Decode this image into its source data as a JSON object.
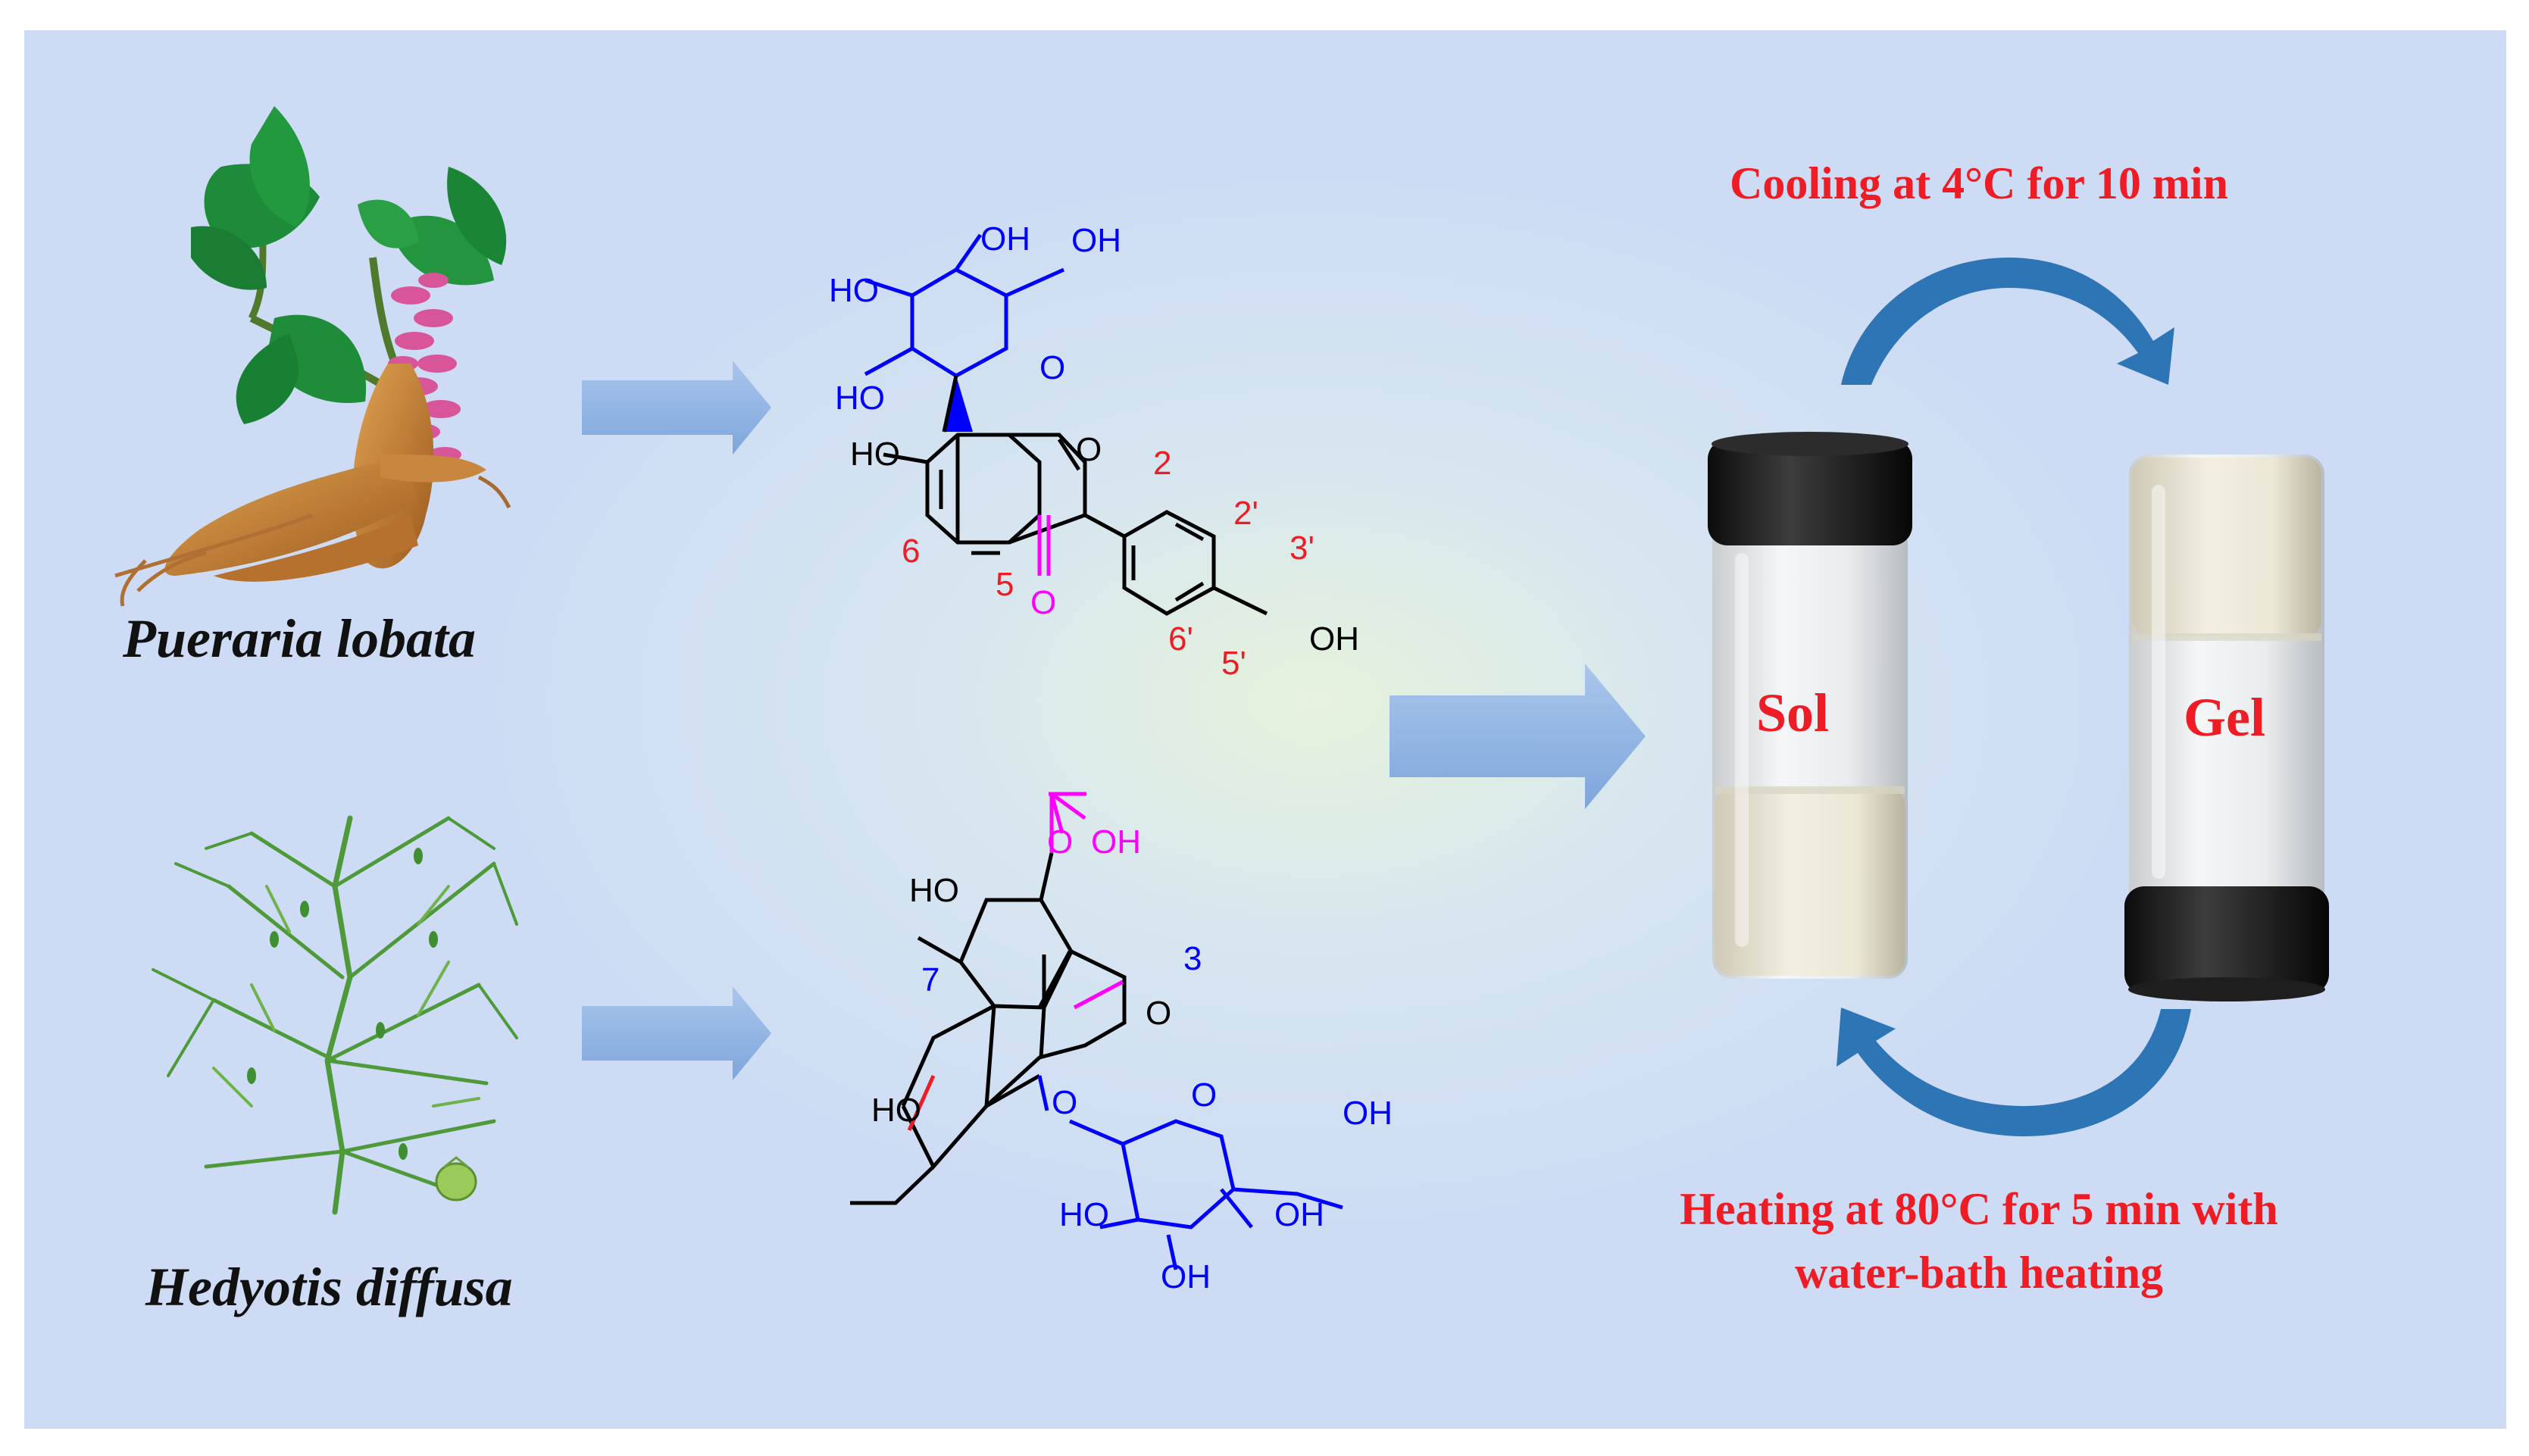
{
  "plants": {
    "pueraria": "Pueraria lobata",
    "hedyotis": "Hedyotis diffusa"
  },
  "process": {
    "cooling": "Cooling at 4°C for 10 min",
    "heating_line1": "Heating at 80°C for 5 min with",
    "heating_line2": "water-bath heating"
  },
  "vials": {
    "sol": "Sol",
    "gel": "Gel"
  },
  "puerarin": {
    "labels": [
      "OH",
      "OH",
      "HO",
      "O",
      "HO",
      "HO",
      "O",
      "2",
      "6",
      "5",
      "O",
      "2'",
      "3'",
      "6'",
      "5'",
      "OH"
    ]
  },
  "geniposidic": {
    "labels": [
      "O",
      "OH",
      "HO",
      "3",
      "7",
      "O",
      "HO",
      "O",
      "O",
      "OH",
      "HO",
      "OH",
      "OH"
    ]
  },
  "colors": {
    "arrow_fill": "#8db3e2",
    "cycle_arrow": "#2e75b6",
    "annotation_red": "#ee1c24",
    "sugar_blue": "#0000ff",
    "carbonyl_magenta": "#ff00ff"
  }
}
